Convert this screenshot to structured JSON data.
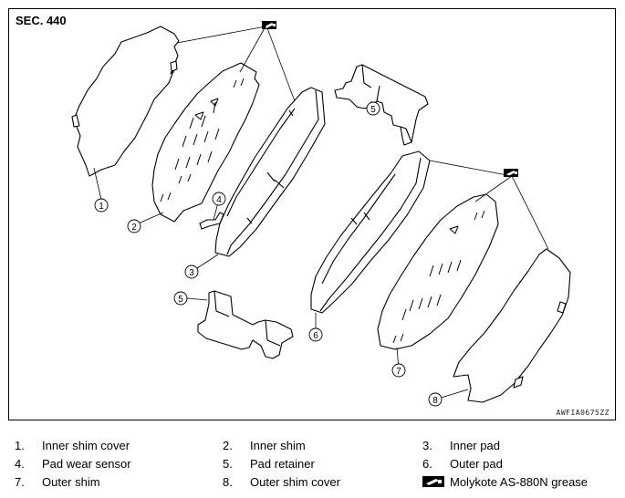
{
  "figure": {
    "section_label": "SEC. 440",
    "figure_code": "AWFIA0675ZZ",
    "callouts": [
      "1",
      "2",
      "3",
      "4",
      "5",
      "5",
      "6",
      "7",
      "8"
    ]
  },
  "legend": [
    {
      "num": "1.",
      "text": "Inner shim cover"
    },
    {
      "num": "2.",
      "text": "Inner shim"
    },
    {
      "num": "3.",
      "text": "Inner pad"
    },
    {
      "num": "4.",
      "text": "Pad wear sensor"
    },
    {
      "num": "5.",
      "text": "Pad retainer"
    },
    {
      "num": "6.",
      "text": "Outer pad"
    },
    {
      "num": "7.",
      "text": "Outer shim"
    },
    {
      "num": "8.",
      "text": "Outer shim cover"
    },
    {
      "num": "",
      "text": "Molykote AS-880N grease",
      "icon": "grease-icon"
    }
  ]
}
